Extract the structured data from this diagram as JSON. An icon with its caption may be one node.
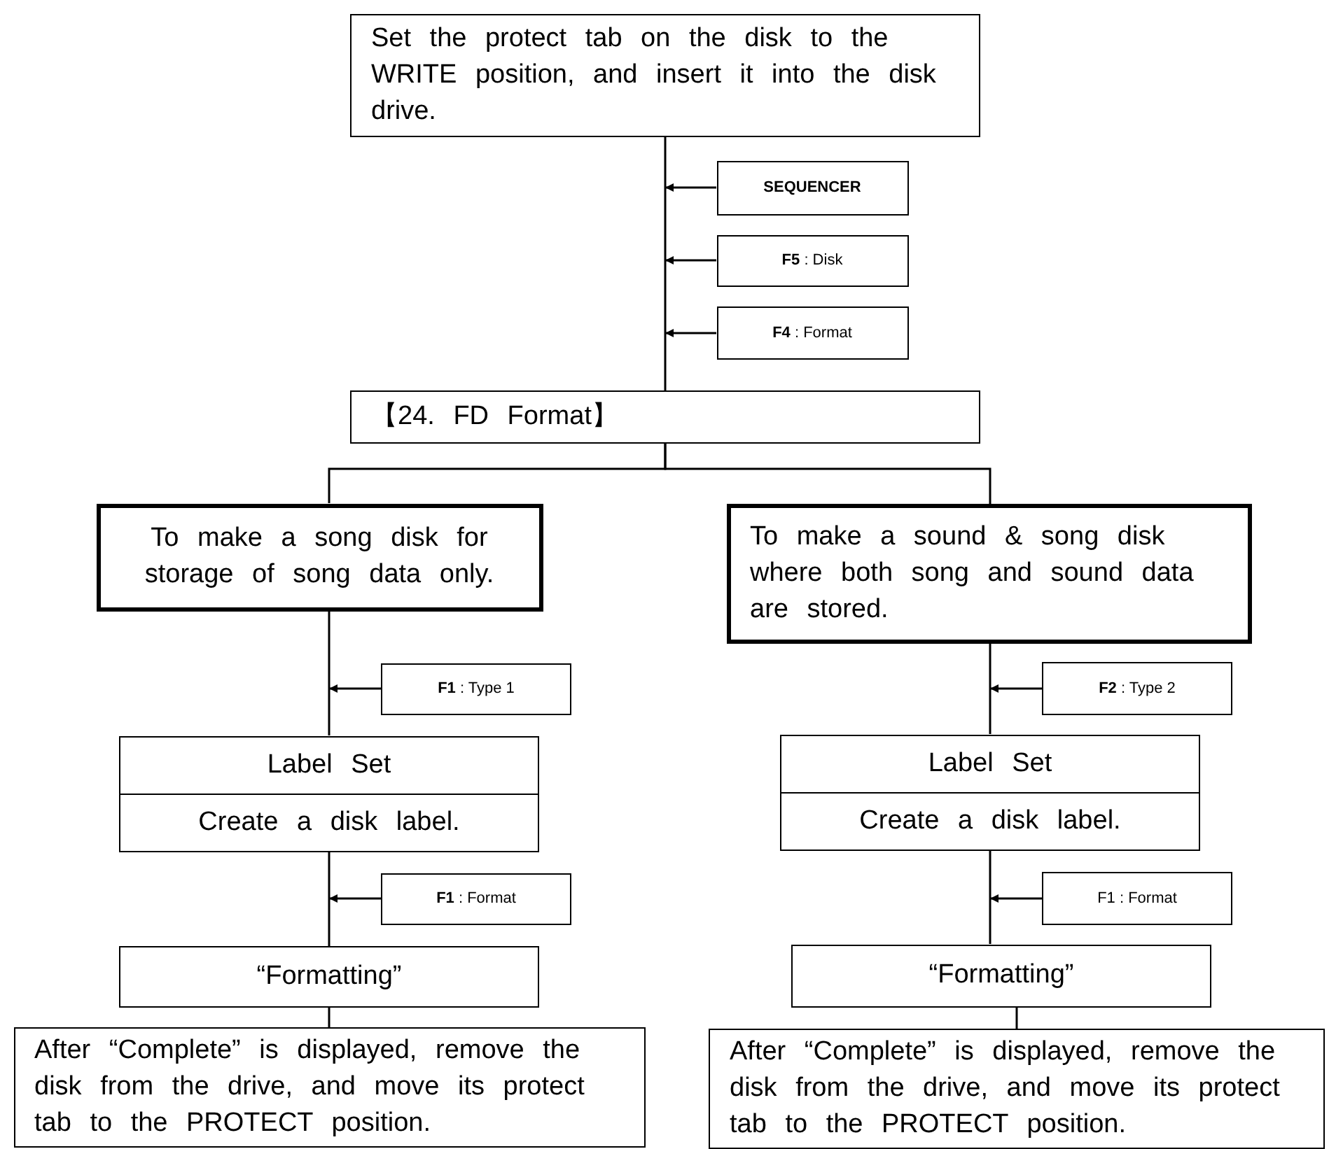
{
  "diagram": {
    "nodes": [
      {
        "text": [
          "Set the protect tab on the disk to the WRITE position, and insert it into the disk drive."
        ]
      },
      {
        "text": [
          "SEQUENCER"
        ]
      },
      {
        "text": [
          "**F5** : Disk"
        ]
      },
      {
        "text": [
          "**F4** : Format"
        ]
      },
      {
        "text": [
          "【24. FD Format】"
        ]
      },
      {
        "text": [
          "To make a song disk for storage of song data only."
        ]
      },
      {
        "text": [
          "**F1** : Type 1"
        ]
      },
      {
        "text": [
          "Label Set",
          "Create a disk label."
        ]
      },
      {
        "text": [
          "**F1** : Format"
        ]
      },
      {
        "text": [
          "“Formatting”"
        ]
      },
      {
        "text": [
          "After “Complete” is displayed, remove the disk from the drive, and move its protect tab to the PROTECT position."
        ]
      },
      {
        "text": [
          "To make a sound & song disk where both song and sound data are stored."
        ]
      },
      {
        "text": [
          "**F2** : Type 2"
        ]
      },
      {
        "text": [
          "Label Set",
          "Create a disk label."
        ]
      },
      {
        "text": [
          "F1 : Format"
        ]
      },
      {
        "text": [
          "“Formatting”"
        ]
      },
      {
        "text": [
          "After “Complete” is displayed, remove the disk from the drive, and move its protect tab to the PROTECT position."
        ]
      }
    ],
    "edges": [
      {
        "from": 0,
        "to": 4,
        "arrow": "none"
      },
      {
        "from": 1,
        "to": null,
        "arrow": "to"
      },
      {
        "from": 2,
        "to": null,
        "arrow": "to"
      },
      {
        "from": 3,
        "to": null,
        "arrow": "to"
      },
      {
        "from": 4,
        "to": 5,
        "arrow": "none"
      },
      {
        "from": 4,
        "to": 11,
        "arrow": "none"
      },
      {
        "from": 5,
        "to": 7,
        "arrow": "none"
      },
      {
        "from": 6,
        "to": null,
        "arrow": "to"
      },
      {
        "from": 7,
        "to": 9,
        "arrow": "none"
      },
      {
        "from": 8,
        "to": null,
        "arrow": "to"
      },
      {
        "from": 9,
        "to": 10,
        "arrow": "none"
      },
      {
        "from": 11,
        "to": 13,
        "arrow": "none"
      },
      {
        "from": 12,
        "to": null,
        "arrow": "to"
      },
      {
        "from": 13,
        "to": 15,
        "arrow": "none"
      },
      {
        "from": 14,
        "to": null,
        "arrow": "to"
      },
      {
        "from": 15,
        "to": 16,
        "arrow": "none"
      }
    ]
  }
}
